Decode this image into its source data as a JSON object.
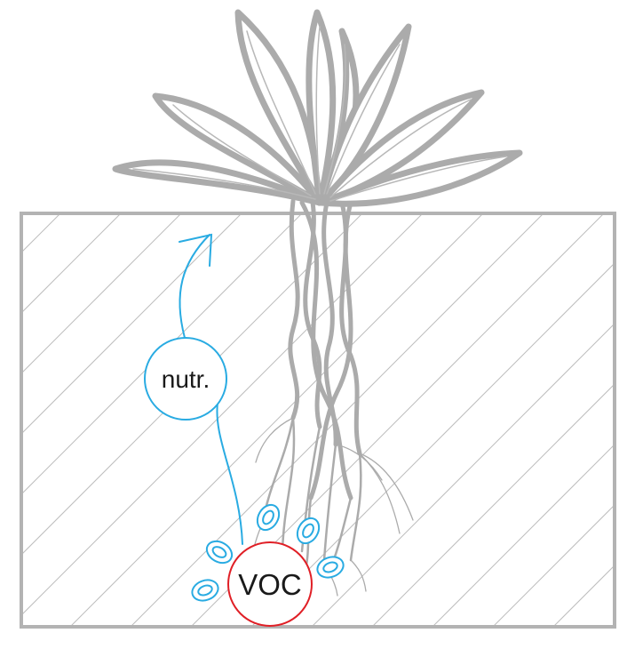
{
  "labels": {
    "nutrient": "nutr.",
    "voc": "VOC"
  },
  "colors": {
    "plant": "#ababab",
    "soil_border": "#b3b3b3",
    "hatch": "#bdbdbd",
    "nutrient": "#29abe2",
    "voc": "#e01f26",
    "text": "#1a1a1a"
  },
  "icons": {
    "plant": "plant-icon",
    "soil": "soil-hatch",
    "arrow": "upward-arrow-icon",
    "microbe": "microbe-cell-icon"
  }
}
